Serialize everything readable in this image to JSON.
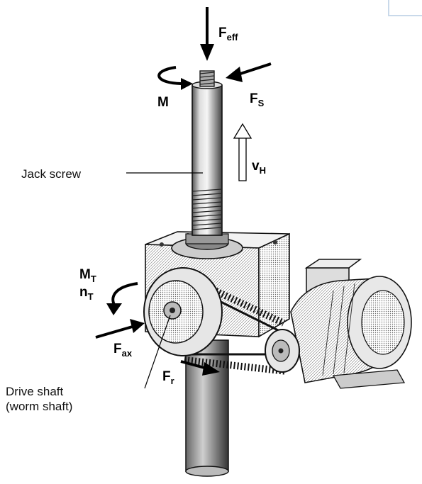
{
  "labels": {
    "jack_screw": "Jack screw",
    "drive_shaft_line1": "Drive shaft",
    "drive_shaft_line2": "(worm shaft)"
  },
  "forces": {
    "f_eff": {
      "main": "F",
      "sub": "eff"
    },
    "m": {
      "main": "M"
    },
    "f_s": {
      "main": "F",
      "sub": "S"
    },
    "v_h": {
      "main": "v",
      "sub": "H"
    },
    "m_t": {
      "main": "M",
      "sub": "T"
    },
    "n_t": {
      "main": "n",
      "sub": "T"
    },
    "f_ax": {
      "main": "F",
      "sub": "ax"
    },
    "f_r": {
      "main": "F",
      "sub": "r"
    }
  },
  "colors": {
    "ink": "#111111",
    "corner_accent": "#c9d9ea"
  }
}
